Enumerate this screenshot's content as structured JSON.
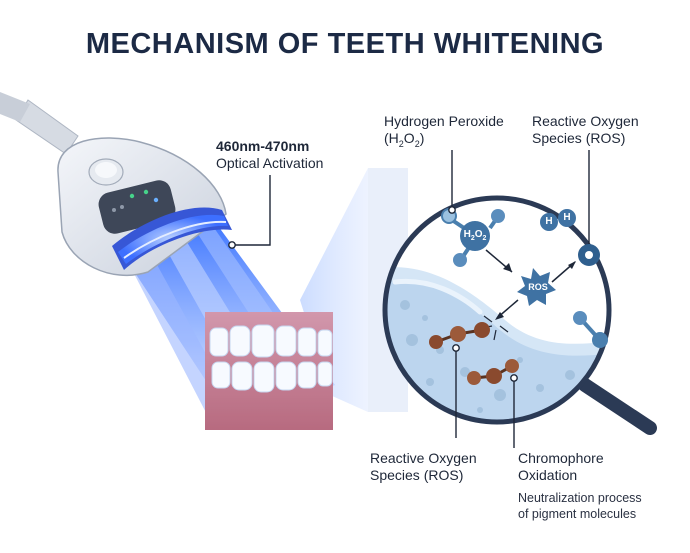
{
  "title": "MECHANISM OF TEETH WHITENING",
  "labels": {
    "wavelength": "460nm-470nm",
    "activation": "Optical Activation",
    "peroxide_line1": "Hydrogen Peroxide",
    "peroxide_prefix": "(H",
    "peroxide_sub2": "2",
    "peroxide_o": "O",
    "peroxide_suffix": ")",
    "ros_top_line1": "Reactive Oxygen",
    "ros_top_line2": "Species (ROS)",
    "ros_bottom_line1": "Reactive Oxygen",
    "ros_bottom_line2": "Species (ROS)",
    "chromophore_line1": "Chromophore",
    "chromophore_line2": "Oxidation",
    "neutral_line1": "Neutralization process",
    "neutral_line2": "of pigment molecules"
  },
  "molecules": {
    "h2o2_h": "H",
    "h2o2_sub": "2",
    "h2o2_o": "O",
    "h_left": "H",
    "h_right": "H",
    "ros": "ROS"
  },
  "colors": {
    "title": "#1c2a45",
    "light_blue": "#4a8cff",
    "molecule_blue": "#4a7fae",
    "pigment_brown": "#8a4a2e",
    "gum_red": "#d77b7b"
  }
}
